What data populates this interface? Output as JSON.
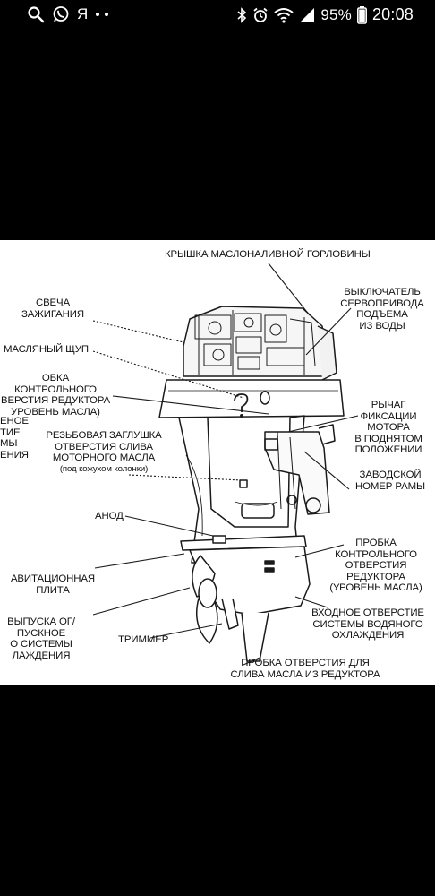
{
  "status_bar": {
    "notification_letter": "Я",
    "battery_percent": "95%",
    "time": "20:08"
  },
  "diagram": {
    "labels": {
      "oil_filler_cap": "КРЫШКА МАСЛОНАЛИВНОЙ ГОРЛОВИНЫ",
      "spark_plug": "СВЕЧА\nЗАЖИГАНИЯ",
      "tilt_switch": "ВЫКЛЮЧАТЕЛЬ\nСЕРВОПРИВОДА\nПОДЪЕМА\nИЗ ВОДЫ",
      "dipstick": "МАСЛЯНЫЙ ЩУП",
      "gear_check_plug_top": "ОБКА КОНТРОЛЬНОГО\nВЕРСТИЯ РЕДУКТОРА\nУРОВЕНЬ МАСЛА)",
      "tilt_lock_lever": "РЫЧАГ\nФИКСАЦИИ\nМОТОРА\nВ ПОДНЯТОМ\nПОЛОЖЕНИИ",
      "left_partial_top": "ЕНОЕ\nТИЕ\nМЫ\nЕНИЯ",
      "drain_plug": "РЕЗЬБОВАЯ ЗАГЛУШКА\nОТВЕРСТИЯ СЛИВА\nМОТОРНОГО МАСЛА",
      "drain_plug_note": "(под кожухом колонки)",
      "serial_number": "ЗАВОДСКОЙ\nНОМЕР РАМЫ",
      "anode": "АНОД",
      "gear_check_plug_bottom": "ПРОБКА\nКОНТРОЛЬНОГО\nОТВЕРСТИЯ\nРЕДУКТОРА\n(УРОВЕНЬ МАСЛА)",
      "anti_cavitation_plate": "АВИТАЦИОННАЯ\nПЛИТА",
      "cooling_inlet": "ВХОДНОЕ ОТВЕРСТИЕ\nСИСТЕМЫ ВОДЯНОГО\nОХЛАЖДЕНИЯ",
      "exhaust_outlet": "ВЫПУСКА ОГ/\nПУСКНОЕ\nО СИСТЕМЫ\nЛАЖДЕНИЯ",
      "trim_tab": "ТРИММЕР",
      "gear_drain_plug": "ПРОБКА ОТВЕРСТИЯ ДЛЯ\nСЛИВА МАСЛА ИЗ РЕДУКТОРА"
    }
  }
}
